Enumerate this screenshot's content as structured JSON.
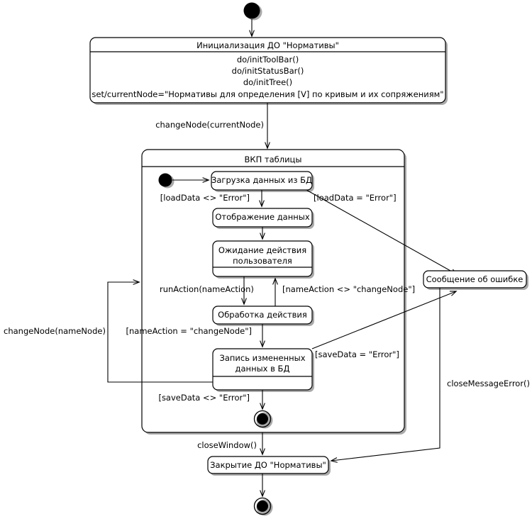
{
  "diagram": {
    "type": "uml-state-machine",
    "language": "ru",
    "title": ""
  },
  "states": {
    "init": {
      "name": "Инициализация ДО \"Нормативы\"",
      "actions": [
        "do/initToolBar()",
        "do/initStatusBar()",
        "do/initTree()",
        "set/currentNode=\"Нормативы для определения [V] по кривым и их сопряжениям\""
      ]
    },
    "composite": {
      "name": "ВКП таблицы"
    },
    "load": {
      "name": "Загрузка данных из БД"
    },
    "display": {
      "name": "Отображение данных"
    },
    "wait": {
      "line1": "Ожидание действия",
      "line2": "пользователя"
    },
    "process": {
      "name": "Обработка действия"
    },
    "save": {
      "line1": "Запись измененных",
      "line2": "данных в БД"
    },
    "error": {
      "name": "Сообщение об ошибке"
    },
    "close": {
      "name": "Закрытие ДО \"Нормативы\""
    }
  },
  "transitions": {
    "t_init_to_composite": "changeNode(currentNode)",
    "t_load_ok": "[loadData <> \"Error\"]",
    "t_load_err": "[loadData = \"Error\"]",
    "t_run_action": "runAction(nameAction)",
    "t_action_other": "[nameAction <> \"changeNode\"]",
    "t_action_change": "[nameAction = \"changeNode\"]",
    "t_save_err": "[saveData = \"Error\"]",
    "t_save_ok": "[saveData <> \"Error\"]",
    "t_change_node": "changeNode(nameNode)",
    "t_close_window": "closeWindow()",
    "t_close_message": "closeMessageError()"
  },
  "colors": {
    "stroke": "#000000",
    "fill": "#ffffff",
    "shadow": "#a9a9a9",
    "background": "#ffffff"
  }
}
